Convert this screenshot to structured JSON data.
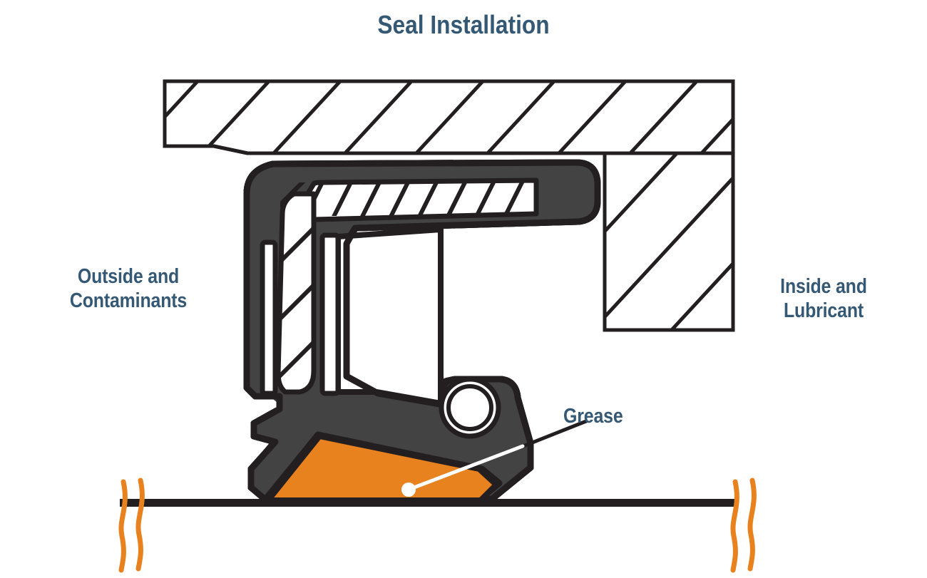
{
  "title": "Seal Installation",
  "labels": {
    "outside": "Outside and\nContaminants",
    "inside": "Inside and\nLubricant",
    "grease": "Grease"
  },
  "colors": {
    "text_blue": "#355875",
    "grease_orange": "#E8821E",
    "seal_body": "#434343",
    "outline_dark": "#231f20",
    "background": "#ffffff",
    "leader_white": "#ffffff"
  },
  "diagram": {
    "type": "cross-section",
    "components": [
      {
        "name": "housing-bore",
        "fill": "none",
        "hatching": "diagonal",
        "description": "Cross-hatched housing/bore casting, top and right side"
      },
      {
        "name": "seal-body",
        "fill": "#434343",
        "description": "Elastomer seal body, dark gray"
      },
      {
        "name": "metal-insert",
        "fill": "none",
        "hatching": "diagonal",
        "description": "L-shaped metal case inside seal"
      },
      {
        "name": "garter-spring",
        "fill": "none",
        "description": "Double circle garter spring ring"
      },
      {
        "name": "grease-fill",
        "fill": "#E8821E",
        "description": "Orange grease wedge between lips and shaft"
      },
      {
        "name": "shaft",
        "fill": "#231f20",
        "description": "Horizontal shaft bar"
      },
      {
        "name": "break-line-left",
        "fill": "#E8821E",
        "description": "Orange wavy break marks, left shaft end"
      },
      {
        "name": "break-line-right",
        "fill": "#E8821E",
        "description": "Orange wavy break marks, right shaft end"
      },
      {
        "name": "grease-leader",
        "description": "Leader line from Grease label to grease region, white over dark body"
      }
    ]
  }
}
